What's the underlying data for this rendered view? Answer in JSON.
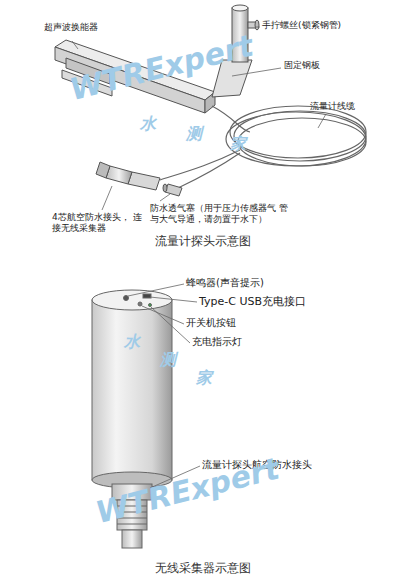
{
  "diagram": {
    "labels": [
      "超声波换能器",
      "手拧螺丝(锁紧钢管)",
      "固定钢板",
      "流量计线缆",
      "4芯航空防水接头， 连接无线采集器",
      "防水透气塞（用于压力传感器气 管与大气导通，请勿置于水下）",
      "流量计探头示意图",
      "蜂鸣器(声音提示)",
      "Type-C USB充电接口",
      "开关机按钮",
      "充电指示灯",
      "流量计探头航空防水接头",
      "无线采集器示意图",
      "WTRExpert",
      "水",
      "测",
      "家",
      "WTRExpert",
      "水",
      "测",
      "家"
    ]
  }
}
